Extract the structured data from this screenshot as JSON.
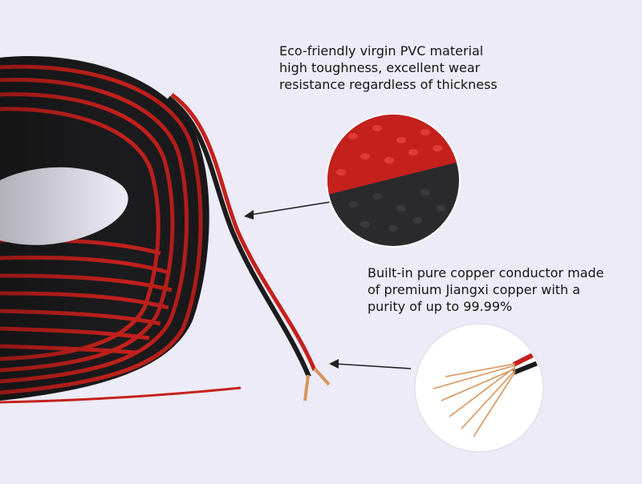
{
  "callouts": [
    {
      "id": "pvc",
      "text": "Eco-friendly virgin PVC material\nhigh toughness, excellent wear\nresistance regardless of thickness"
    },
    {
      "id": "copper",
      "text": "Built-in pure copper conductor made\nof premium Jiangxi copper with a\npurity of up to 99.99%"
    }
  ],
  "colors": {
    "background": "#ecebf7",
    "wire_red": "#c4211d",
    "wire_black": "#1c1c1e",
    "copper": "#d9955c",
    "text": "#151515"
  },
  "icons": [
    "arrow-left-icon"
  ]
}
